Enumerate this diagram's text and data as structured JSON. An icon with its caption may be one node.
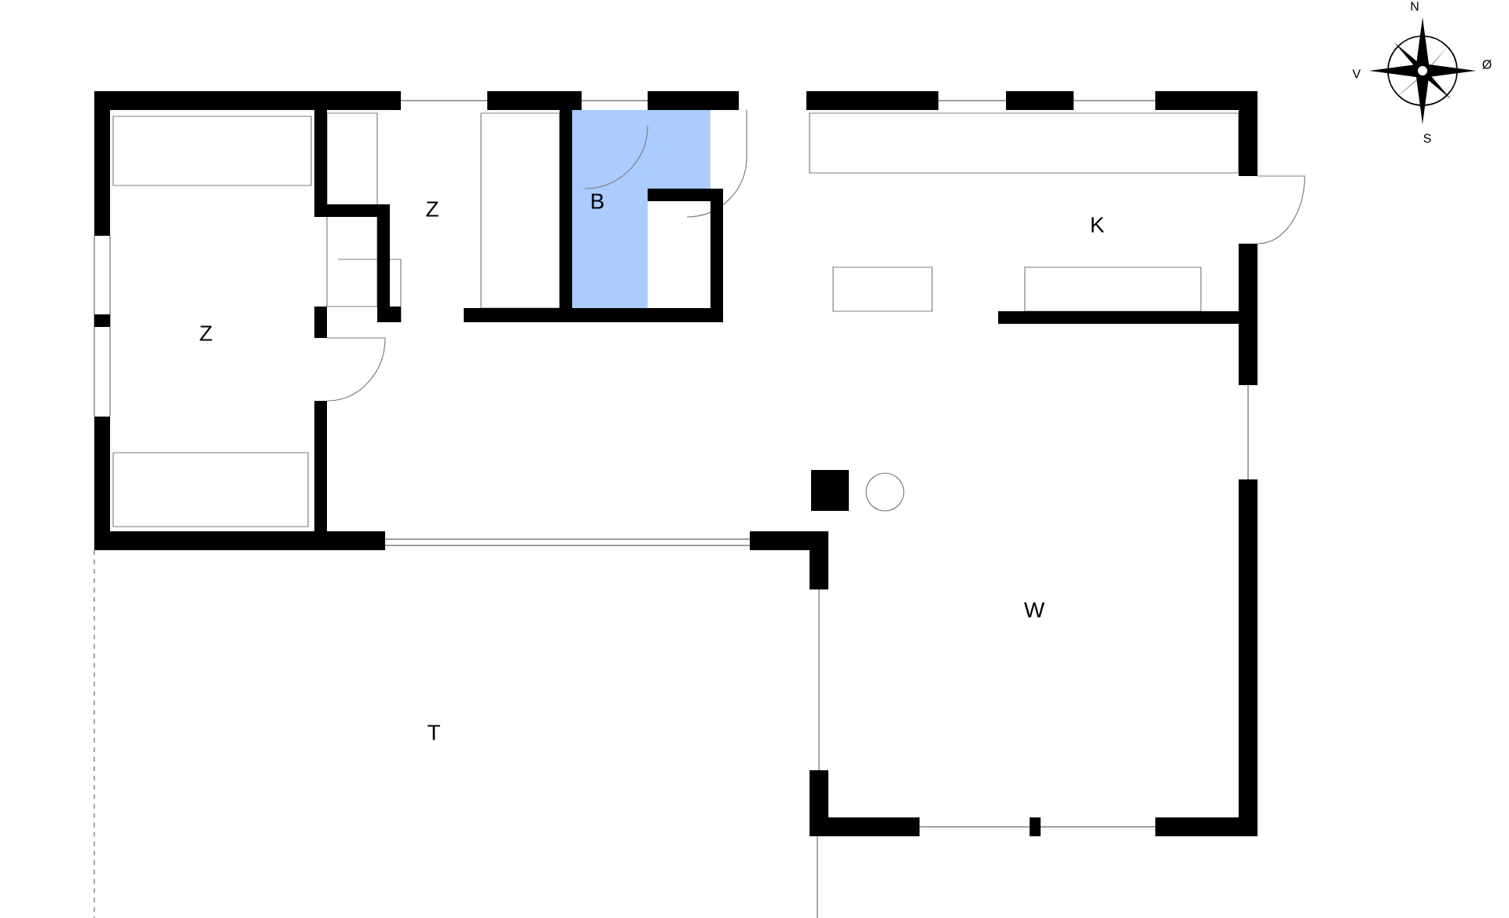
{
  "diagram": {
    "labels": [
      "N",
      "V",
      "Ø",
      "S",
      "Z",
      "B",
      "K",
      "Z",
      "W",
      "T"
    ]
  }
}
